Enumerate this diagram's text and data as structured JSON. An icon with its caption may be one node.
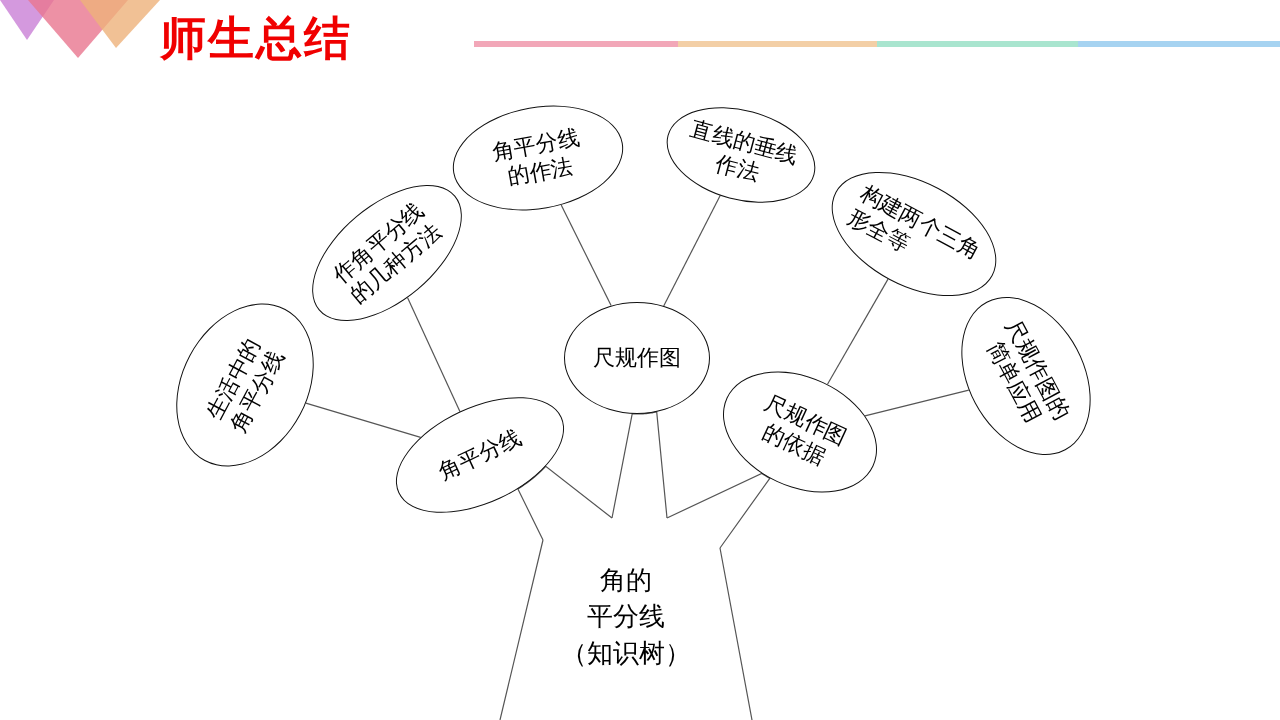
{
  "diagram": {
    "title": "师生总结",
    "nodes": [
      {
        "text": [
          "角平分线的作法"
        ]
      },
      {
        "text": [
          "直线的垂线作法"
        ]
      },
      {
        "text": [
          "构建两个三角形全等"
        ]
      },
      {
        "text": [
          "作角平分线的几种方法"
        ]
      },
      {
        "text": [
          "生活中的角平分线"
        ]
      },
      {
        "text": [
          "尺规作图"
        ]
      },
      {
        "text": [
          "尺规作图的简单应用"
        ]
      },
      {
        "text": [
          "角平分线"
        ]
      },
      {
        "text": [
          "尺规作图的依据"
        ]
      },
      {
        "text": [
          "角的",
          "平分线",
          "（知识树）"
        ]
      }
    ],
    "edges": [
      {
        "from": 9,
        "to": 7,
        "arrow": "none"
      },
      {
        "from": 9,
        "to": 5,
        "arrow": "none"
      },
      {
        "from": 9,
        "to": 8,
        "arrow": "none"
      },
      {
        "from": 7,
        "to": 4,
        "arrow": "none"
      },
      {
        "from": 7,
        "to": 3,
        "arrow": "none"
      },
      {
        "from": 5,
        "to": 0,
        "arrow": "none"
      },
      {
        "from": 5,
        "to": 1,
        "arrow": "none"
      },
      {
        "from": 8,
        "to": 2,
        "arrow": "none"
      },
      {
        "from": 8,
        "to": 6,
        "arrow": "none"
      }
    ]
  }
}
